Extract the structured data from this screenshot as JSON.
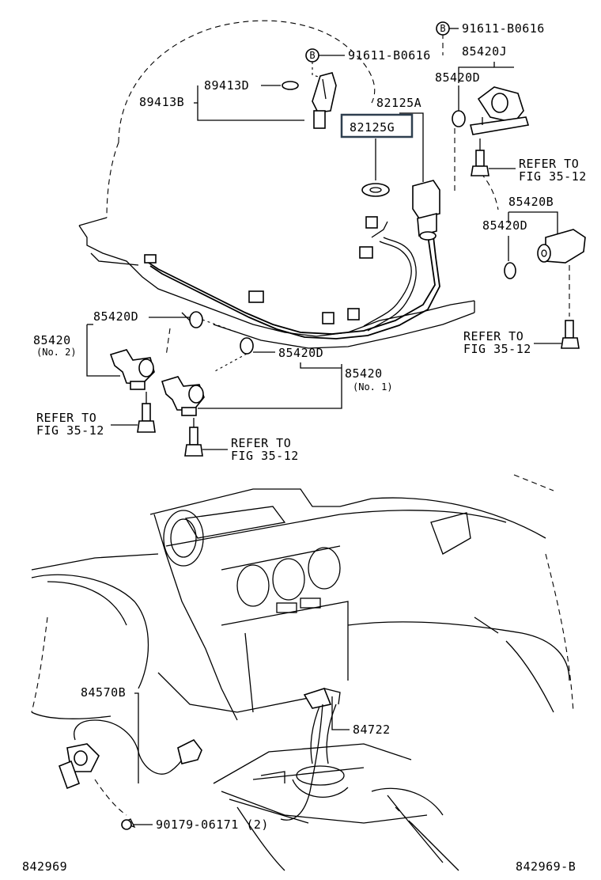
{
  "callouts": {
    "p91611_top_right": "91611-B0616",
    "p91611_left": "91611-B0616",
    "p85420J": "85420J",
    "p85420D_top": "85420D",
    "p89413D": "89413D",
    "p89413B": "89413B",
    "p82125A": "82125A",
    "p82125G": "82125G",
    "p85420B": "85420B",
    "p85420D_right": "85420D",
    "p85420D_left": "85420D",
    "p85420_no2": "85420",
    "p85420_no2_sub": "(No. 2)",
    "p85420D_mid": "85420D",
    "p85420_no1": "85420",
    "p85420_no1_sub": "(No. 1)",
    "p84570B": "84570B",
    "p84722": "84722",
    "p90179": "90179-06171 (2)"
  },
  "symbols": {
    "b_marker": "B"
  },
  "refers": {
    "r1_line1": "REFER TO",
    "r1_line2": "FIG 35-12",
    "r2_line1": "REFER TO",
    "r2_line2": "FIG 35-12",
    "r3_line1": "REFER TO",
    "r3_line2": "FIG 35-12",
    "r4_line1": "REFER TO",
    "r4_line2": "FIG 35-12"
  },
  "footer": {
    "left_id": "842969",
    "right_id": "842969-B"
  },
  "colors": {
    "highlight_box": "#2e3f4f",
    "line": "#000000",
    "background": "#ffffff"
  }
}
